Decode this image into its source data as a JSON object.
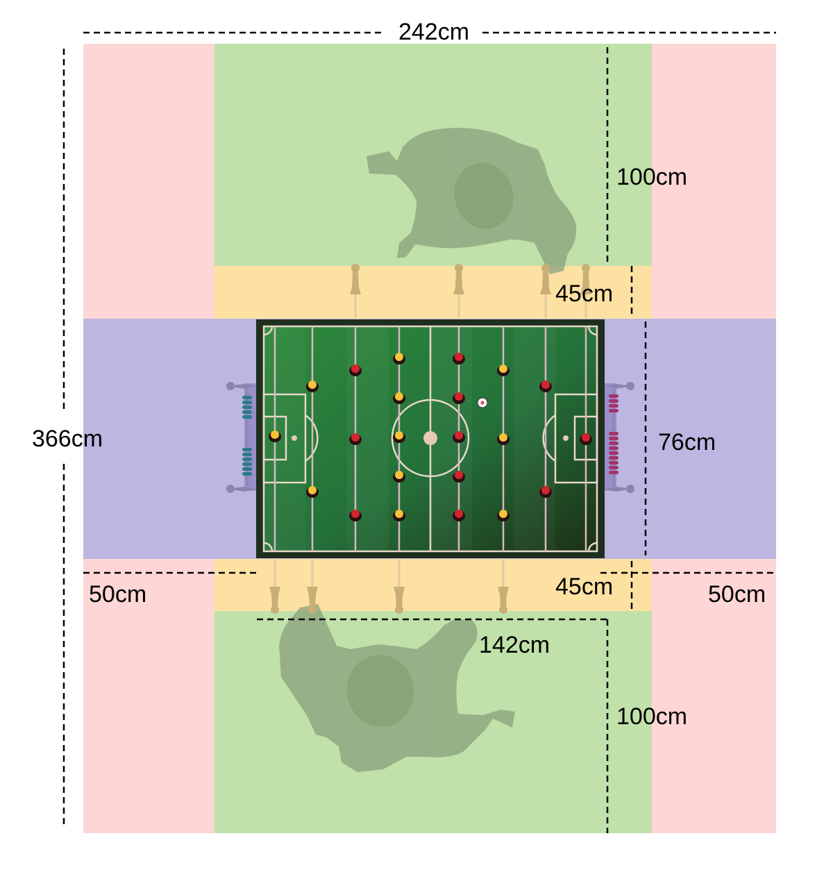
{
  "diagram": {
    "labels": {
      "total_width": "242cm",
      "total_length": "366cm",
      "player_space_top": "100cm",
      "player_space_bottom": "100cm",
      "rod_clearance_top": "45cm",
      "rod_clearance_bottom": "45cm",
      "table_width": "76cm",
      "table_length": "142cm",
      "side_clearance_left": "50cm",
      "side_clearance_right": "50cm"
    },
    "colors": {
      "side_zone": "#fed6d6",
      "player_zone": "#c0e1a9",
      "rod_zone": "#fde1a3",
      "table_zone": "#bdb6e1",
      "pitch": "#2a7a38",
      "pitch_dark": "#1f3a20",
      "frame": "#1e2f1e",
      "player_silhouette": "#8ca37e",
      "team_yellow": "#f5c23b",
      "team_red": "#d1262e",
      "handle": "#c9ae78",
      "left_goal_counter": "#2c7a8a",
      "right_goal_counter": "#a3336c"
    },
    "icons": [
      "player-top-icon",
      "player-bottom-icon",
      "ball-icon"
    ]
  }
}
